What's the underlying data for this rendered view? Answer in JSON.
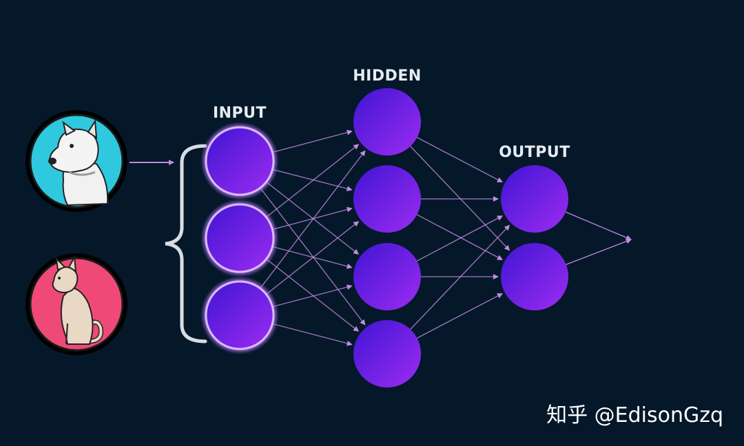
{
  "labels": {
    "input": "INPUT",
    "hidden": "HIDDEN",
    "output": "OUTPUT"
  },
  "watermark": "知乎 @EdisonGzq",
  "network": {
    "input_nodes": 3,
    "hidden_nodes": 4,
    "output_nodes": 2
  },
  "examples": [
    {
      "name": "dog",
      "icon": "dog-icon"
    },
    {
      "name": "cat",
      "icon": "cat-icon"
    }
  ],
  "colors": {
    "background": "#04182a",
    "node_purple": "#7a2bf0",
    "node_blue": "#4b17d8",
    "connection": "#c48be0",
    "dog_bg": "#2fc9df",
    "cat_bg": "#ef4978",
    "label_text": "#e8ecf2",
    "brace": "#d8dde3"
  }
}
